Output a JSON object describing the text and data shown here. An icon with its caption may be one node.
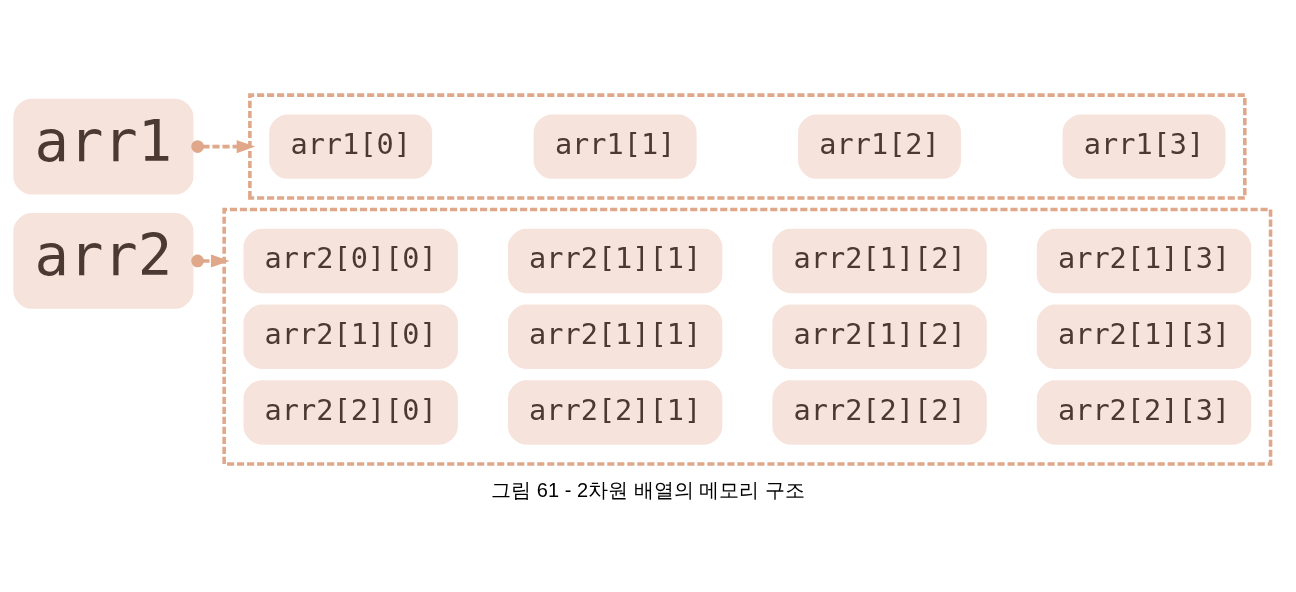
{
  "diagram": {
    "caption": "그림 61 - 2차원 배열의 메모리 구조",
    "nodes": [
      {
        "text": [
          "arr1"
        ]
      },
      {
        "text": [],
        "shape": "box"
      },
      {
        "text": [
          "arr1[0]"
        ],
        "in": 1
      },
      {
        "text": [
          "arr1[1]"
        ],
        "in": 1
      },
      {
        "text": [
          "arr1[2]"
        ],
        "in": 1
      },
      {
        "text": [
          "arr1[3]"
        ],
        "in": 1
      },
      {
        "text": [
          "arr2"
        ]
      },
      {
        "text": [],
        "shape": "box"
      },
      {
        "text": [
          "arr2[0][0]"
        ],
        "in": 7
      },
      {
        "text": [
          "arr2[1][1]"
        ],
        "in": 7
      },
      {
        "text": [
          "arr2[1][2]"
        ],
        "in": 7
      },
      {
        "text": [
          "arr2[1][3]"
        ],
        "in": 7
      },
      {
        "text": [
          "arr2[1][0]"
        ],
        "in": 7
      },
      {
        "text": [
          "arr2[1][1]"
        ],
        "in": 7
      },
      {
        "text": [
          "arr2[1][2]"
        ],
        "in": 7
      },
      {
        "text": [
          "arr2[1][3]"
        ],
        "in": 7
      },
      {
        "text": [
          "arr2[2][0]"
        ],
        "in": 7
      },
      {
        "text": [
          "arr2[2][1]"
        ],
        "in": 7
      },
      {
        "text": [
          "arr2[2][2]"
        ],
        "in": 7
      },
      {
        "text": [
          "arr2[2][3]"
        ],
        "in": 7
      }
    ],
    "edges": [
      {
        "from": 0,
        "to": 1,
        "arrow": "to",
        "style": "dashed"
      },
      {
        "from": 6,
        "to": 7,
        "arrow": "to",
        "style": "dashed"
      }
    ]
  }
}
